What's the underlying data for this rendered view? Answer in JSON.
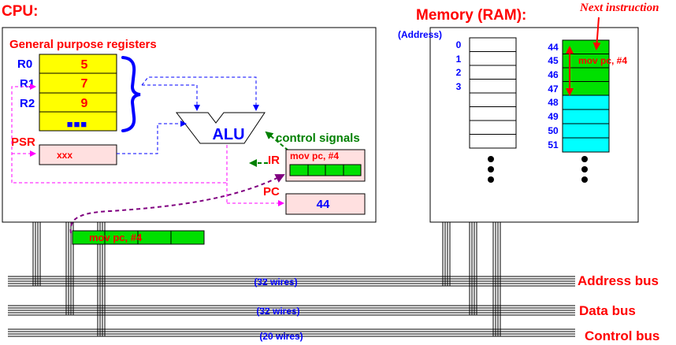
{
  "cpu": {
    "title": "CPU:",
    "registers_title": "General purpose registers",
    "registers": [
      {
        "name": "R0",
        "value": "5"
      },
      {
        "name": "R1",
        "value": "7"
      },
      {
        "name": "R2",
        "value": "9"
      }
    ],
    "registers_more": "■■■",
    "alu_label": "ALU",
    "control_signals_label": "control signals",
    "psr": {
      "name": "PSR",
      "value": "xxx"
    },
    "ir": {
      "name": "IR",
      "instruction": "mov pc, #4"
    },
    "pc": {
      "name": "PC",
      "value": "44"
    }
  },
  "data_bus_transfer": {
    "instruction": "mov pc, #4"
  },
  "memory": {
    "title": "Memory (RAM):",
    "address_label": "(Address)",
    "next_instruction_label": "Next instruction",
    "left_addresses": [
      "0",
      "1",
      "2",
      "3"
    ],
    "right_addresses": [
      "44",
      "45",
      "46",
      "47",
      "48",
      "49",
      "50",
      "51"
    ],
    "instruction_text": "mov pc, #4"
  },
  "buses": [
    {
      "name": "Address bus",
      "wires": "(32 wires)"
    },
    {
      "name": "Data bus",
      "wires": "(32 wires)"
    },
    {
      "name": "Control bus",
      "wires": "(20 wires)"
    }
  ],
  "colors": {
    "red": "#ff0000",
    "blue": "#0000ff",
    "green": "#008000",
    "yellow": "#ffff00",
    "pink": "#ffe0e0",
    "bright_green": "#00e000",
    "cyan": "#00ffff",
    "magenta": "#ff00ff",
    "purple": "#800080"
  }
}
